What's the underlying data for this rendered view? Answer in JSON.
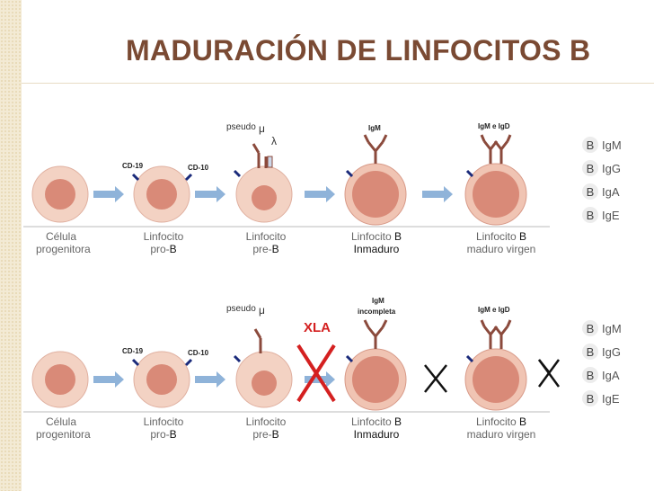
{
  "title": "MADURACIÓN DE LINFOCITOS B",
  "colors": {
    "title": "#7a4a33",
    "cell_outer": "#f3d2c3",
    "cell_inner": "#d98a78",
    "arrow": "#8fb3d9",
    "receptor": "#8b4a3c",
    "marker": "#1a2a7a",
    "xla": "#d42020"
  },
  "rows": [
    {
      "annotations": {
        "cd19": "CD-19",
        "cd10": "CD-10",
        "pseudo": "pseudo",
        "mu": "μ",
        "lambda": "λ",
        "igm": "IgM",
        "igm_igd": "IgM e IgD"
      },
      "labels": [
        {
          "l1": "Célula",
          "l2": "progenitora"
        },
        {
          "l1": "Linfocito",
          "l2a": "pro-",
          "l2b": "B"
        },
        {
          "l1": "Linfocito",
          "l2a": "pre-",
          "l2b": "B"
        },
        {
          "l1a": "Linfocito ",
          "l1b": "B",
          "l2": "Inmaduro"
        },
        {
          "l1a": "Linfocito ",
          "l1b": "B",
          "l2": "maduro virgen"
        }
      ],
      "legend": [
        {
          "b": "B",
          "ig": "IgM"
        },
        {
          "b": "B",
          "ig": "IgG"
        },
        {
          "b": "B",
          "ig": "IgA"
        },
        {
          "b": "B",
          "ig": "IgE"
        }
      ]
    },
    {
      "annotations": {
        "cd19": "CD-19",
        "cd10": "CD-10",
        "pseudo": "pseudo",
        "mu": "μ",
        "xla": "XLA",
        "igm": "IgM",
        "incompleta": "incompleta",
        "igm_igd": "IgM e IgD"
      },
      "labels": [
        {
          "l1": "Célula",
          "l2": "progenitora"
        },
        {
          "l1": "Linfocito",
          "l2a": "pro-",
          "l2b": "B"
        },
        {
          "l1": "Linfocito",
          "l2a": "pre-",
          "l2b": "B"
        },
        {
          "l1a": "Linfocito ",
          "l1b": "B",
          "l2": "Inmaduro"
        },
        {
          "l1a": "Linfocito ",
          "l1b": "B",
          "l2": "maduro virgen"
        }
      ],
      "legend": [
        {
          "b": "B",
          "ig": "IgM"
        },
        {
          "b": "B",
          "ig": "IgG"
        },
        {
          "b": "B",
          "ig": "IgA"
        },
        {
          "b": "B",
          "ig": "IgE"
        }
      ]
    }
  ]
}
